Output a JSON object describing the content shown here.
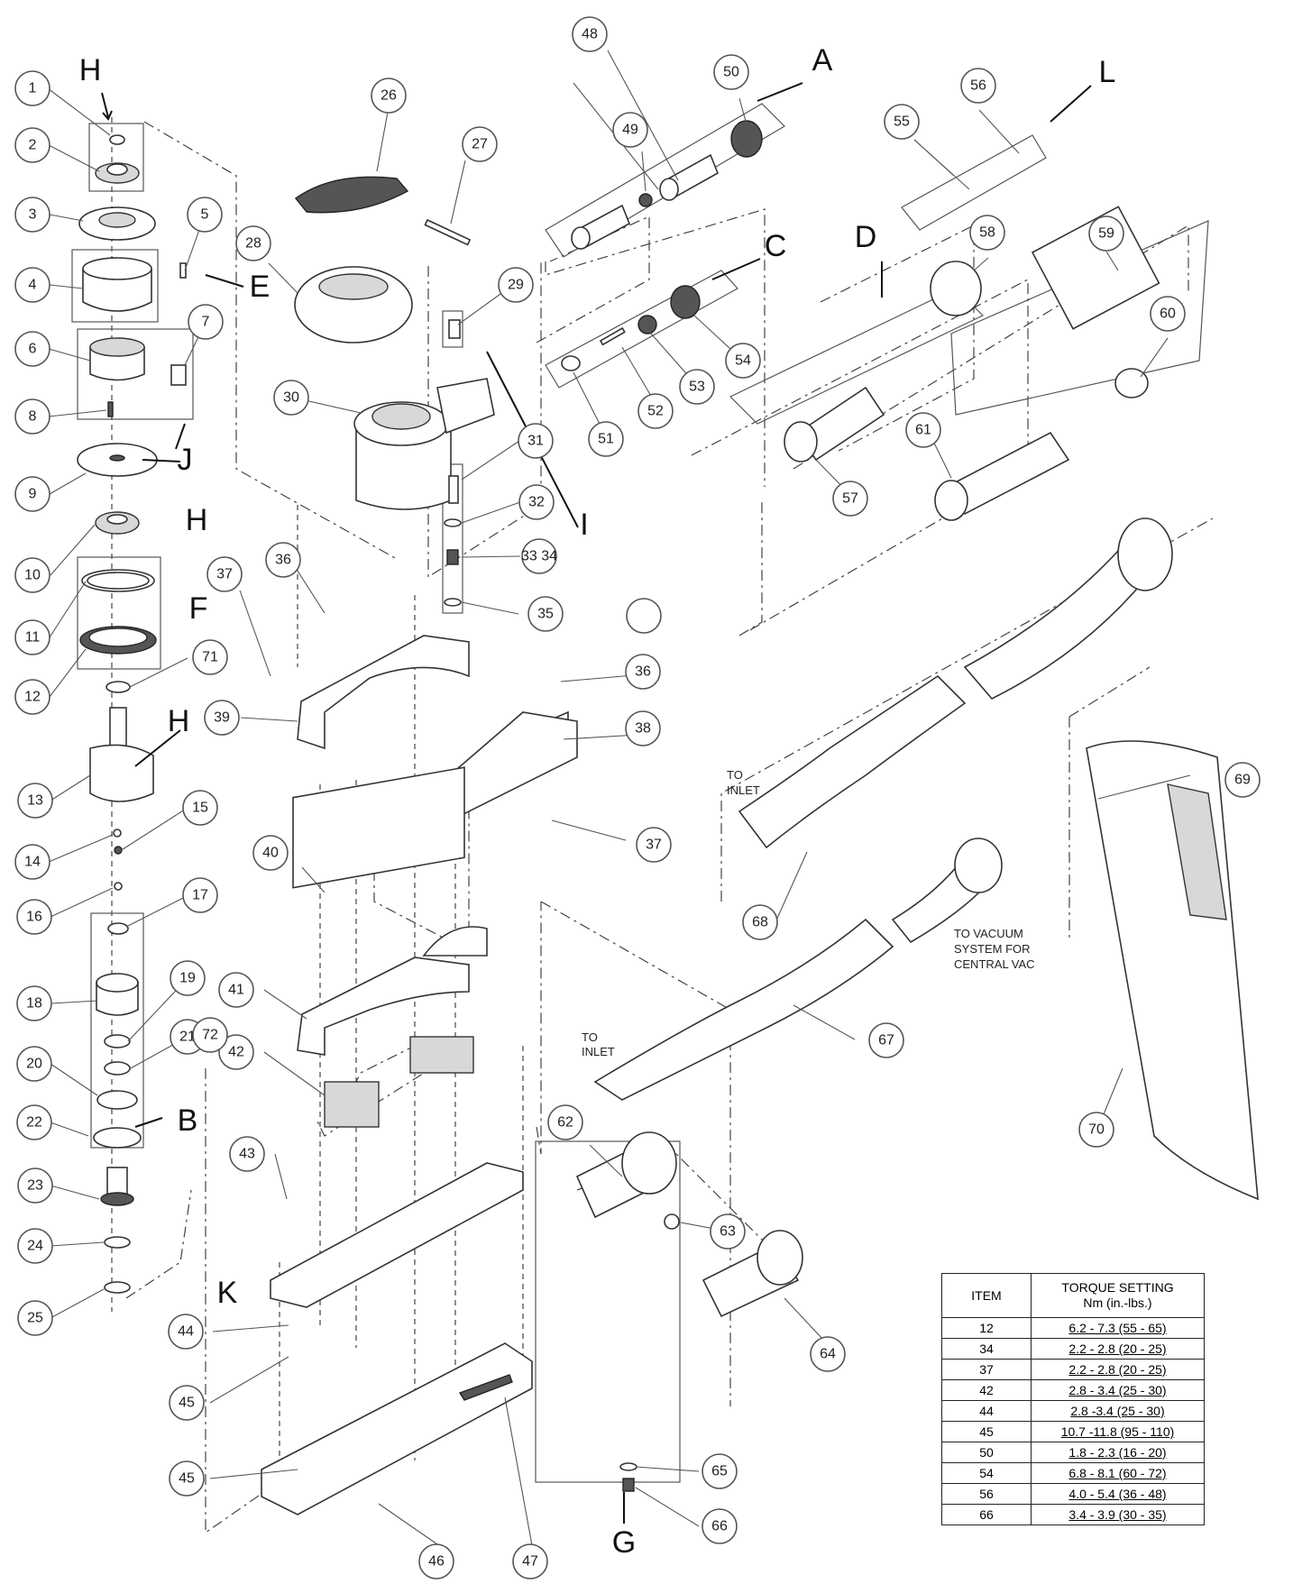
{
  "balloons": [
    {
      "label": "1"
    },
    {
      "label": "2"
    },
    {
      "label": "3"
    },
    {
      "label": "4"
    },
    {
      "label": "5"
    },
    {
      "label": "6"
    },
    {
      "label": "7"
    },
    {
      "label": "8"
    },
    {
      "label": "9"
    },
    {
      "label": "10"
    },
    {
      "label": "11"
    },
    {
      "label": "12"
    },
    {
      "label": "13"
    },
    {
      "label": "14"
    },
    {
      "label": "15"
    },
    {
      "label": "16"
    },
    {
      "label": "17"
    },
    {
      "label": "18"
    },
    {
      "label": "19"
    },
    {
      "label": "20"
    },
    {
      "label": "21"
    },
    {
      "label": "22"
    },
    {
      "label": "23"
    },
    {
      "label": "24"
    },
    {
      "label": "25"
    },
    {
      "label": "26"
    },
    {
      "label": "27"
    },
    {
      "label": "28"
    },
    {
      "label": "29"
    },
    {
      "label": "30"
    },
    {
      "label": "31"
    },
    {
      "label": "32"
    },
    {
      "label": "33 34"
    },
    {
      "label": "35"
    },
    {
      "label": "36"
    },
    {
      "label": "36"
    },
    {
      "label": "37"
    },
    {
      "label": "37"
    },
    {
      "label": "38"
    },
    {
      "label": "39"
    },
    {
      "label": "40"
    },
    {
      "label": "41"
    },
    {
      "label": "42"
    },
    {
      "label": "43"
    },
    {
      "label": "44"
    },
    {
      "label": "45"
    },
    {
      "label": "45"
    },
    {
      "label": "46"
    },
    {
      "label": "47"
    },
    {
      "label": "48"
    },
    {
      "label": "49"
    },
    {
      "label": "50"
    },
    {
      "label": "51"
    },
    {
      "label": "52"
    },
    {
      "label": "53"
    },
    {
      "label": "54"
    },
    {
      "label": "55"
    },
    {
      "label": "56"
    },
    {
      "label": "57"
    },
    {
      "label": "58"
    },
    {
      "label": "59"
    },
    {
      "label": "60"
    },
    {
      "label": "61"
    },
    {
      "label": "62"
    },
    {
      "label": "63"
    },
    {
      "label": "64"
    },
    {
      "label": "65"
    },
    {
      "label": "66"
    },
    {
      "label": "67"
    },
    {
      "label": "68"
    },
    {
      "label": "69"
    },
    {
      "label": "70"
    },
    {
      "label": "71"
    },
    {
      "label": "72"
    },
    {
      "label": ""
    }
  ],
  "letters": [
    "H",
    "H",
    "H",
    "E",
    "J",
    "F",
    "B",
    "K",
    "A",
    "C",
    "I",
    "D",
    "L",
    "G"
  ],
  "notes": {
    "to_inlet_1": [
      "TO",
      "INLET"
    ],
    "to_inlet_2": [
      "TO",
      "INLET"
    ],
    "vacuum": [
      "TO VACUUM",
      "SYSTEM FOR",
      "CENTRAL VAC"
    ]
  },
  "torque_table": {
    "header_item": "ITEM",
    "header_setting_line1": "TORQUE SETTING",
    "header_setting_line2": "Nm (in.-lbs.)",
    "rows": [
      {
        "item": "12",
        "setting": "6.2 - 7.3 (55 - 65)"
      },
      {
        "item": "34",
        "setting": "2.2 - 2.8 (20 - 25)"
      },
      {
        "item": "37",
        "setting": "2.2 - 2.8 (20 - 25)"
      },
      {
        "item": "42",
        "setting": "2.8 - 3.4 (25 - 30)"
      },
      {
        "item": "44",
        "setting": "2.8 -3.4 (25 - 30)"
      },
      {
        "item": "45",
        "setting": "10.7 -11.8 (95 - 110)"
      },
      {
        "item": "50",
        "setting": "1.8 - 2.3 (16 - 20)"
      },
      {
        "item": "54",
        "setting": "6.8 - 8.1 (60 - 72)"
      },
      {
        "item": "56",
        "setting": "4.0 - 5.4 (36 - 48)"
      },
      {
        "item": "66",
        "setting": "3.4 - 3.9 (30 - 35)"
      }
    ]
  }
}
